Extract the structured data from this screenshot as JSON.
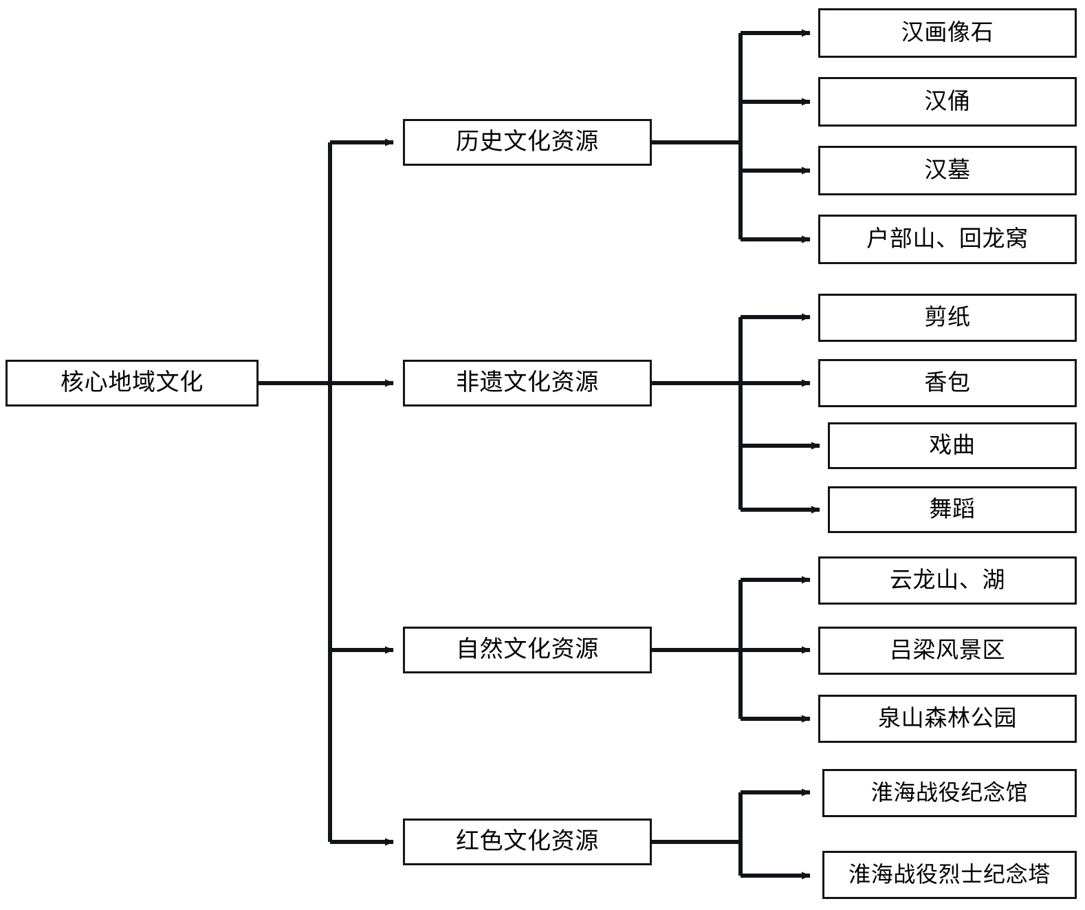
{
  "diagram": {
    "type": "hierarchy-tree",
    "orientation": "left-to-right",
    "title_text": "",
    "colors": {
      "box_border": "#111418",
      "box_fill": "#ffffff",
      "connector": "#111418",
      "text": "#000000"
    },
    "root": {
      "label": "核心地域文化"
    },
    "branches": [
      {
        "label": "历史文化资源",
        "leaves": [
          {
            "label": "汉画像石"
          },
          {
            "label": "汉俑"
          },
          {
            "label": "汉墓"
          },
          {
            "label": "户部山、回龙窝"
          }
        ]
      },
      {
        "label": "非遗文化资源",
        "leaves": [
          {
            "label": "剪纸"
          },
          {
            "label": "香包"
          },
          {
            "label": "戏曲"
          },
          {
            "label": "舞蹈"
          }
        ]
      },
      {
        "label": "自然文化资源",
        "leaves": [
          {
            "label": "云龙山、湖"
          },
          {
            "label": "吕梁风景区"
          },
          {
            "label": "泉山森林公园"
          }
        ]
      },
      {
        "label": "红色文化资源",
        "leaves": [
          {
            "label": "淮海战役纪念馆"
          },
          {
            "label": "淮海战役烈士纪念塔"
          }
        ]
      }
    ]
  }
}
